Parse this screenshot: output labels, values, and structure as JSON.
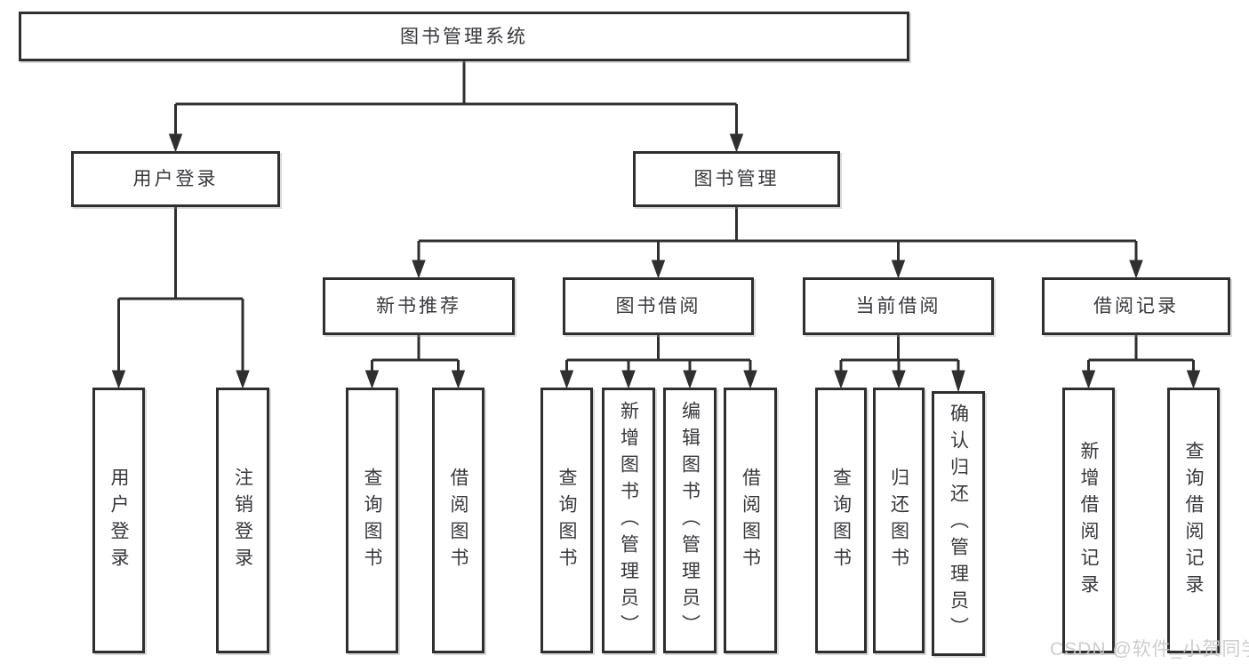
{
  "diagram": {
    "root": {
      "label": "图书管理系统"
    },
    "level1": [
      {
        "label": "用户登录",
        "children": [
          {
            "label": "用户登录"
          },
          {
            "label": "注销登录"
          }
        ]
      },
      {
        "label": "图书管理",
        "children": [
          {
            "label": "新书推荐",
            "children": [
              {
                "label": "查询图书"
              },
              {
                "label": "借阅图书"
              }
            ]
          },
          {
            "label": "图书借阅",
            "children": [
              {
                "label": "查询图书"
              },
              {
                "label": "新增图书（管理员）"
              },
              {
                "label": "编辑图书（管理员）"
              },
              {
                "label": "借阅图书"
              }
            ]
          },
          {
            "label": "当前借阅",
            "children": [
              {
                "label": "查询图书"
              },
              {
                "label": "归还图书"
              },
              {
                "label": "确认归还（管理员）"
              }
            ]
          },
          {
            "label": "借阅记录",
            "children": [
              {
                "label": "新增借阅记录"
              },
              {
                "label": "查询借阅记录"
              }
            ]
          }
        ]
      }
    ]
  },
  "watermark": {
    "text": "CSDN @软件_小贺同学"
  },
  "colors": {
    "line": "#2f2f2f",
    "box_border": "#2f2f2f",
    "box_fill": "#ffffff",
    "text": "#38383d",
    "watermark": "#c8c8c8"
  }
}
